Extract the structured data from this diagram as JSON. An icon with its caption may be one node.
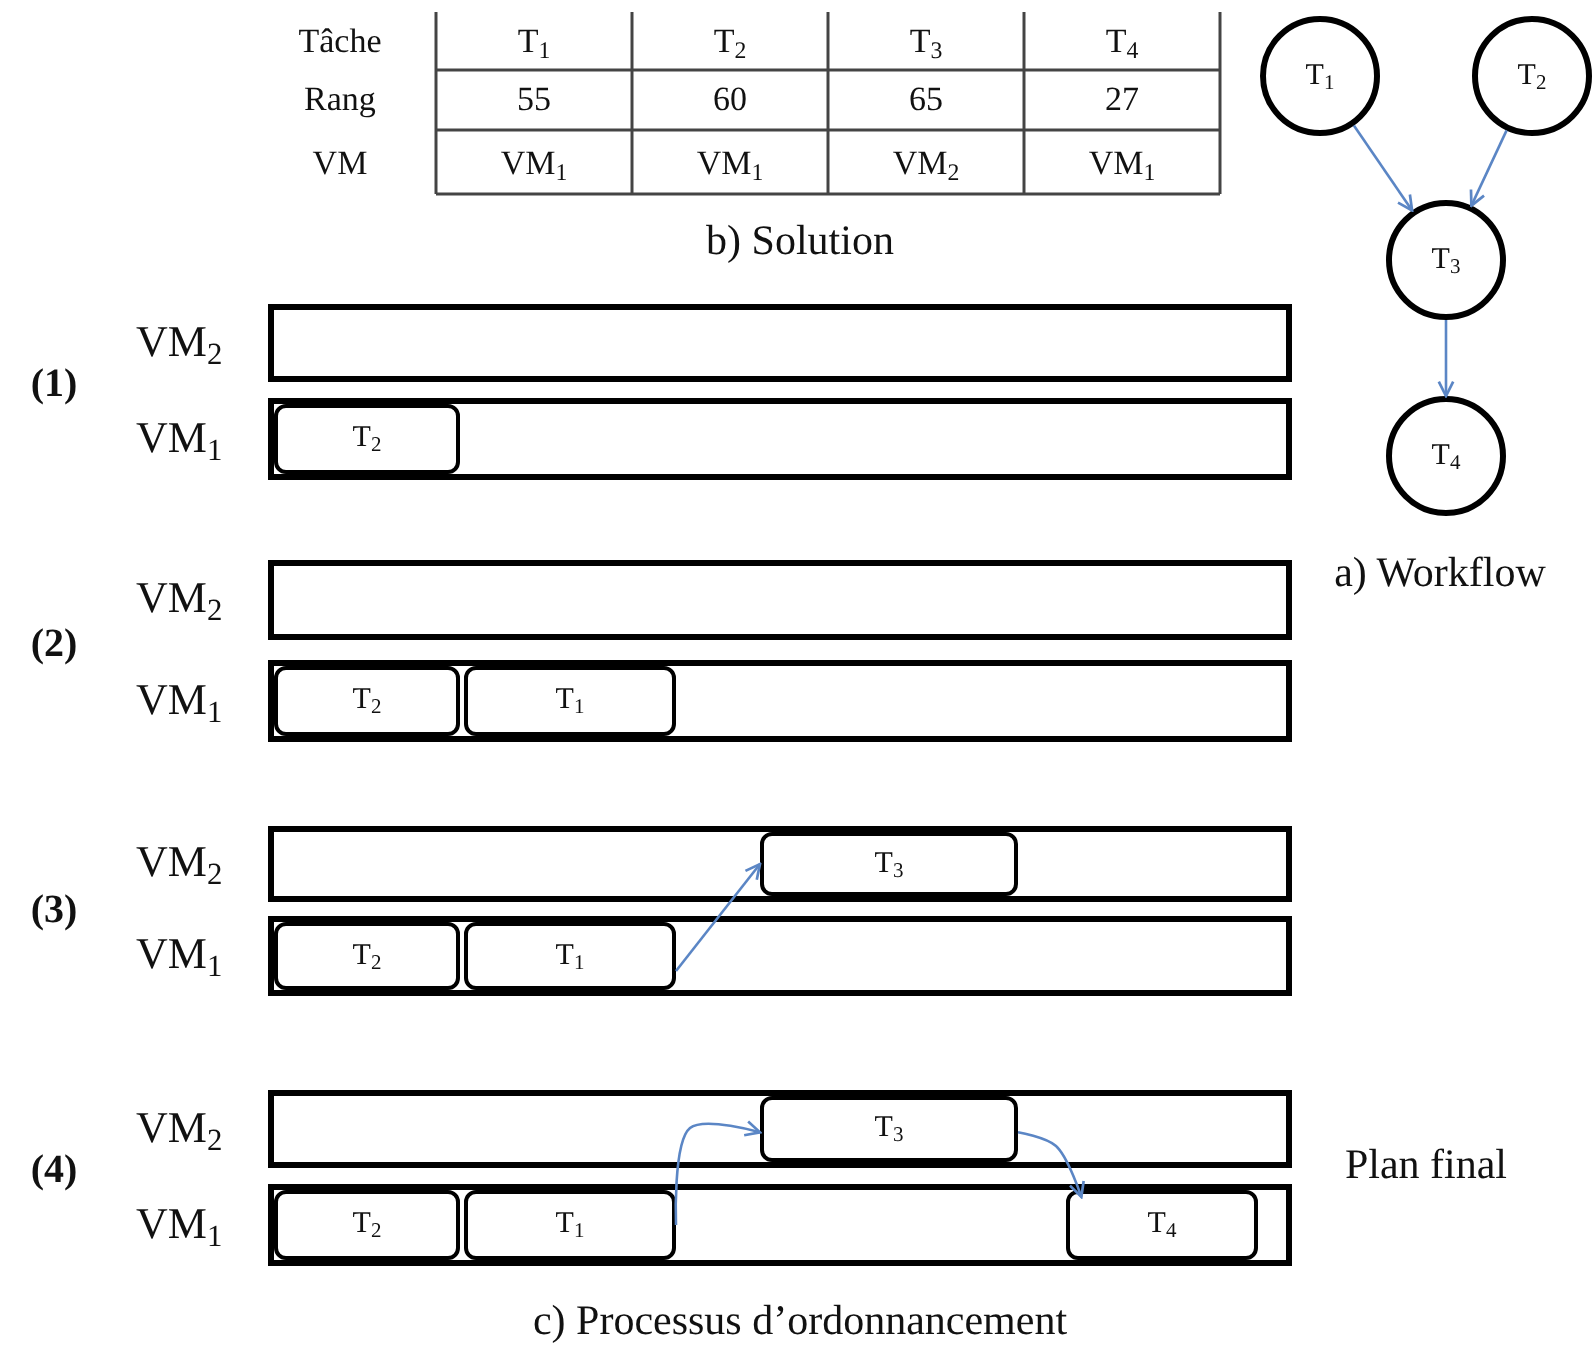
{
  "diagram": {
    "nodes": [
      {
        "text": [
          "T$_{1}$"
        ]
      },
      {
        "text": [
          "T$_{2}$"
        ]
      },
      {
        "text": [
          "T$_{3}$"
        ]
      },
      {
        "text": [
          "T$_{4}$"
        ]
      },
      {
        "text": [],
        "shape": "bar",
        "beside": [
          "VM$_{2}$"
        ]
      },
      {
        "text": [],
        "shape": "bar",
        "beside": [
          "VM$_{1}$"
        ]
      },
      {
        "text": [
          "T$_{2}$"
        ],
        "in": 5
      },
      {
        "text": [],
        "shape": "bar",
        "beside": [
          "VM$_{2}$"
        ]
      },
      {
        "text": [],
        "shape": "bar",
        "beside": [
          "VM$_{1}$"
        ]
      },
      {
        "text": [
          "T$_{2}$"
        ],
        "in": 8
      },
      {
        "text": [
          "T$_{1}$"
        ],
        "in": 8
      },
      {
        "text": [],
        "shape": "bar",
        "beside": [
          "VM$_{2}$"
        ]
      },
      {
        "text": [
          "T$_{3}$"
        ],
        "in": 11
      },
      {
        "text": [],
        "shape": "bar",
        "beside": [
          "VM$_{1}$"
        ]
      },
      {
        "text": [
          "T$_{2}$"
        ],
        "in": 13
      },
      {
        "text": [
          "T$_{1}$"
        ],
        "in": 13
      },
      {
        "text": [],
        "shape": "bar",
        "beside": [
          "VM$_{2}$"
        ]
      },
      {
        "text": [
          "T$_{3}$"
        ],
        "in": 16
      },
      {
        "text": [],
        "shape": "bar",
        "beside": [
          "VM$_{1}$"
        ]
      },
      {
        "text": [
          "T$_{2}$"
        ],
        "in": 18
      },
      {
        "text": [
          "T$_{1}$"
        ],
        "in": 18
      },
      {
        "text": [
          "T$_{4}$"
        ],
        "in": 18
      }
    ],
    "edges": [
      {
        "from": 0,
        "to": 2,
        "arrow": "to"
      },
      {
        "from": 1,
        "to": 2,
        "arrow": "to"
      },
      {
        "from": 2,
        "to": 3,
        "arrow": "to"
      },
      {
        "from": 15,
        "to": 12,
        "arrow": "to"
      },
      {
        "from": 20,
        "to": 17,
        "arrow": "to"
      },
      {
        "from": 17,
        "to": 21,
        "arrow": "to"
      }
    ],
    "labels": [
      "Tâche",
      "T$_{1}$",
      "T$_{2}$",
      "T$_{3}$",
      "T$_{4}$",
      "Rang",
      "55",
      "60",
      "65",
      "27",
      "VM",
      "VM$_{1}$",
      "VM$_{1}$",
      "VM$_{2}$",
      "VM$_{1}$",
      "b) Solution",
      "(1)",
      "a) Workflow",
      "(2)",
      "(3)",
      "(4)",
      "Plan final",
      "c) Processus d’ordonnancement"
    ]
  }
}
